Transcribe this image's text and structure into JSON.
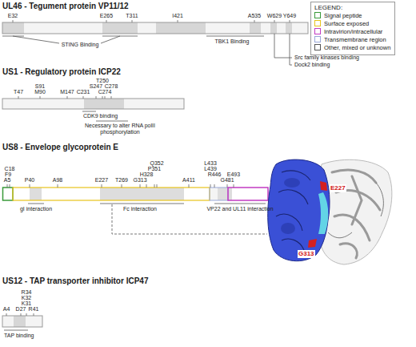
{
  "diagram": {
    "nodes": [
      {
        "text": [
          "LEGEND:"
        ]
      }
    ],
    "labels": [
      "UL46 - Tegument protein VP11/12",
      "E32",
      "E265",
      "T311",
      "I421",
      "A535",
      "W629",
      "Y649",
      "STING Binding",
      "TBK1 Binding",
      "Src family kinases binding",
      "Dock2 binding",
      "US1 - Regulatory protein ICP22",
      "T250",
      "S91",
      "S247",
      "C278",
      "T47",
      "M90",
      "M147",
      "C231",
      "C274",
      "CDK9 binding",
      "Necessary to alter RNA polII phosphorylation",
      "US8 - Envelope glycoprotein E",
      "C18",
      "F9",
      "A5",
      "P40",
      "A98",
      "Q352",
      "P351",
      "H328",
      "E227",
      "T269",
      "G313",
      "L433",
      "L439",
      "R446",
      "E493",
      "A411",
      "G481",
      "gI interaction",
      "Fc interaction",
      "VP22 and UL11 interaction",
      "E227",
      "G313",
      "US12 - TAP transporter inhibitor ICP47",
      "R34",
      "K32",
      "K31",
      "A4",
      "D27",
      "R41",
      "TAP binding"
    ],
    "legend": [
      {
        "text": "Signal peptide",
        "color": "#3a9a3a"
      },
      {
        "text": "Surface exposed",
        "color": "#e8c41c"
      },
      {
        "text": "Intravirion/intracellular",
        "color": "#c23bc2"
      },
      {
        "text": "Transmembrane region",
        "color": "#9aa8d8"
      },
      {
        "text": "Other, mixed or unknown",
        "color": "#555555"
      }
    ]
  }
}
